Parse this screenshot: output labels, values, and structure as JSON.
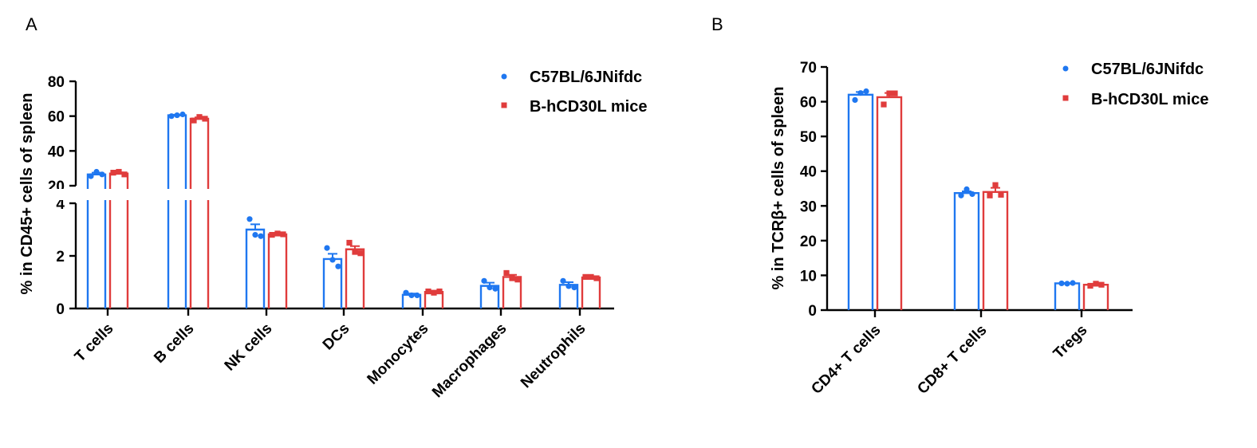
{
  "panels": [
    {
      "letter": "A",
      "chart_data": {
        "type": "bar",
        "ylabel": "% in CD45+ cells of spleen",
        "categories": [
          "T cells",
          "B cells",
          "NK cells",
          "DCs",
          "Monocytes",
          "Macrophages",
          "Neutrophils"
        ],
        "y_axis_break": {
          "lower_range": [
            0,
            4
          ],
          "upper_range": [
            20,
            80
          ]
        },
        "lower_ticks": [
          "0",
          "2",
          "4"
        ],
        "upper_ticks": [
          "20",
          "40",
          "60",
          "80"
        ],
        "legend_placement": "top-right",
        "series": [
          {
            "name": "C57BL/6JNifdc",
            "color": "#1f77f0",
            "marker": "circle",
            "values": [
              26.5,
              60.5,
              3.0,
              1.88,
              0.52,
              0.86,
              0.9
            ],
            "errors": [
              1.0,
              0.3,
              0.2,
              0.2,
              0.05,
              0.12,
              0.1
            ],
            "points": [
              [
                25.5,
                28.0,
                26.5
              ],
              [
                60.0,
                60.5,
                61.0
              ],
              [
                3.4,
                2.8,
                2.75
              ],
              [
                2.3,
                1.85,
                1.6
              ],
              [
                0.6,
                0.5,
                0.5
              ],
              [
                1.05,
                0.8,
                0.75
              ],
              [
                1.05,
                0.85,
                0.8
              ]
            ]
          },
          {
            "name": "B-hCD30L mice",
            "color": "#e03c3c",
            "marker": "square",
            "values": [
              27.0,
              58.5,
              2.82,
              2.25,
              0.63,
              1.2,
              1.18
            ],
            "errors": [
              0.6,
              0.8,
              0.04,
              0.12,
              0.04,
              0.08,
              0.04
            ],
            "points": [
              [
                27.5,
                28.0,
                26.5
              ],
              [
                57.5,
                59.5,
                58.5
              ],
              [
                2.8,
                2.85,
                2.82
              ],
              [
                2.5,
                2.15,
                2.1
              ],
              [
                0.65,
                0.6,
                0.65
              ],
              [
                1.35,
                1.15,
                1.1
              ],
              [
                1.2,
                1.2,
                1.15
              ]
            ]
          }
        ]
      }
    },
    {
      "letter": "B",
      "chart_data": {
        "type": "bar",
        "ylabel": "% in TCRβ+ cells of spleen",
        "categories": [
          "CD4+ T cells",
          "CD8+ T cells",
          "Tregs"
        ],
        "ylim": [
          0,
          70
        ],
        "yticks": [
          "0",
          "10",
          "20",
          "30",
          "40",
          "50",
          "60",
          "70"
        ],
        "legend_placement": "top-right",
        "series": [
          {
            "name": "C57BL/6JNifdc",
            "color": "#1f77f0",
            "marker": "circle",
            "values": [
              62.0,
              33.7,
              7.7
            ],
            "errors": [
              0.8,
              0.5,
              0.1
            ],
            "points": [
              [
                60.5,
                62.5,
                63.0
              ],
              [
                33.0,
                34.8,
                33.4
              ],
              [
                7.7,
                7.6,
                7.8
              ]
            ]
          },
          {
            "name": "B-hCD30L mice",
            "color": "#e03c3c",
            "marker": "square",
            "values": [
              61.3,
              34.0,
              7.3
            ],
            "errors": [
              1.2,
              1.2,
              0.25
            ],
            "points": [
              [
                59.2,
                62.4,
                62.4
              ],
              [
                33.0,
                36.0,
                33.2
              ],
              [
                7.0,
                7.6,
                7.3
              ]
            ]
          }
        ]
      }
    }
  ]
}
